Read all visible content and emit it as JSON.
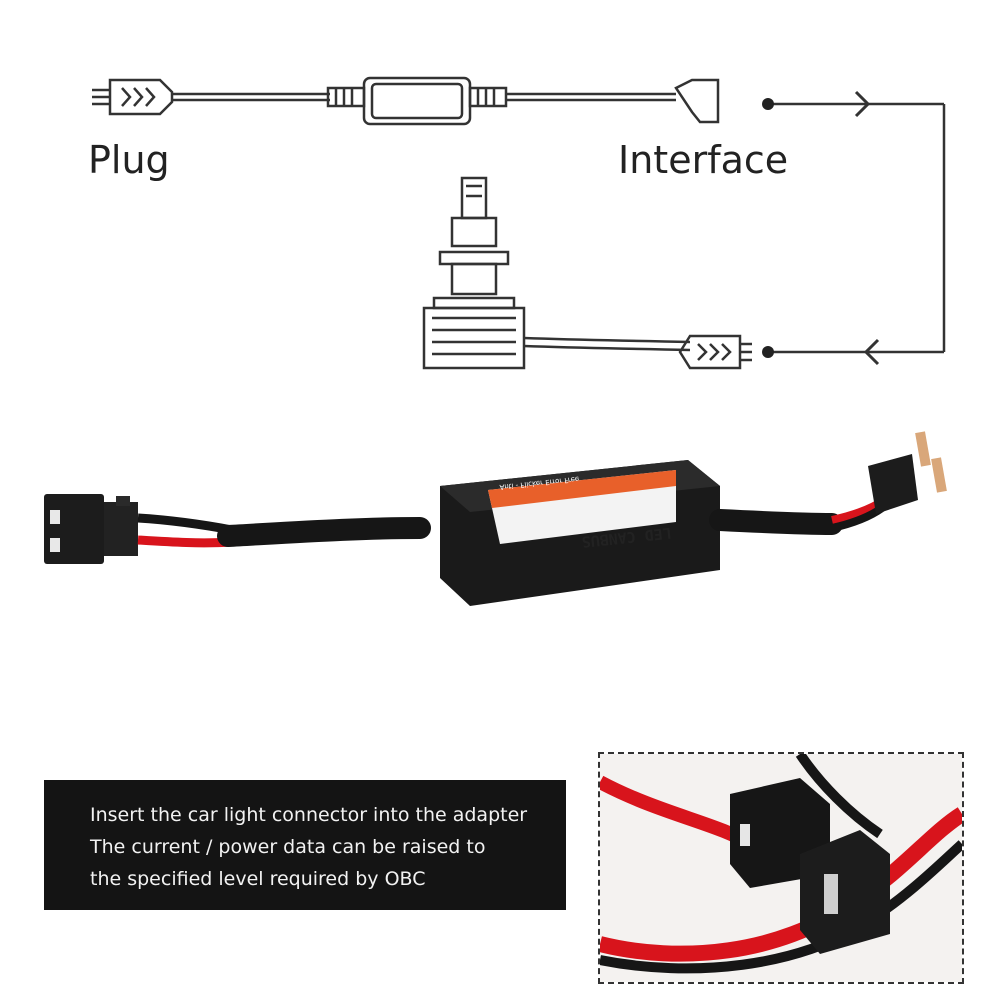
{
  "diagram": {
    "plug_label": "Plug",
    "interface_label": "Interface"
  },
  "product": {
    "decoder_label": "LED CANBUS",
    "decoder_sublabel": "Anti - Flicker  Error Free"
  },
  "caption": {
    "lines": [
      "Insert the car light connector into the adapter",
      "The current / power data can be raised to",
      "the specified level required by OBC"
    ]
  },
  "colors": {
    "wire_red": "#d8141c",
    "cable_black": "#161616",
    "label_orange": "#e8602a",
    "caption_bg": "#141414"
  }
}
